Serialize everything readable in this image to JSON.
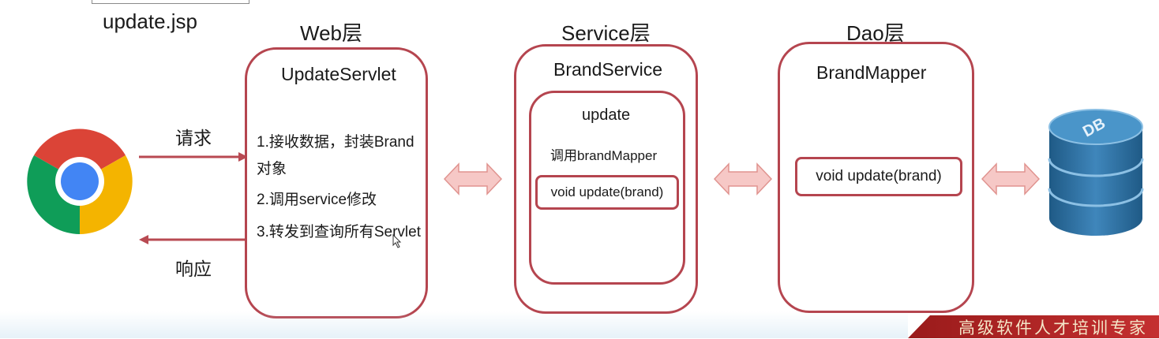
{
  "file_label": "update.jsp",
  "layers": {
    "web": {
      "title": "Web层",
      "box_title": "UpdateServlet",
      "steps": [
        "1.接收数据，封装Brand",
        "对象",
        "2.调用service修改",
        "3.转发到查询所有Servlet"
      ]
    },
    "service": {
      "title": "Service层",
      "box_title": "BrandService",
      "inner_title": "update",
      "inner_text": "调用brandMapper",
      "method": "void update(brand)"
    },
    "dao": {
      "title": "Dao层",
      "box_title": "BrandMapper",
      "method": "void update(brand)"
    }
  },
  "arrows": {
    "request_label": "请求",
    "response_label": "响应"
  },
  "icons": {
    "browser": "chrome-icon",
    "database": "database-icon",
    "database_label": "DB"
  },
  "banner": {
    "text": "高级软件人才培训专家"
  },
  "colors": {
    "box_border": "#b5454f",
    "arrow": "#b84a52",
    "double_arrow_fill": "#f6c8c6",
    "db_blue": "#2f6fa0"
  }
}
